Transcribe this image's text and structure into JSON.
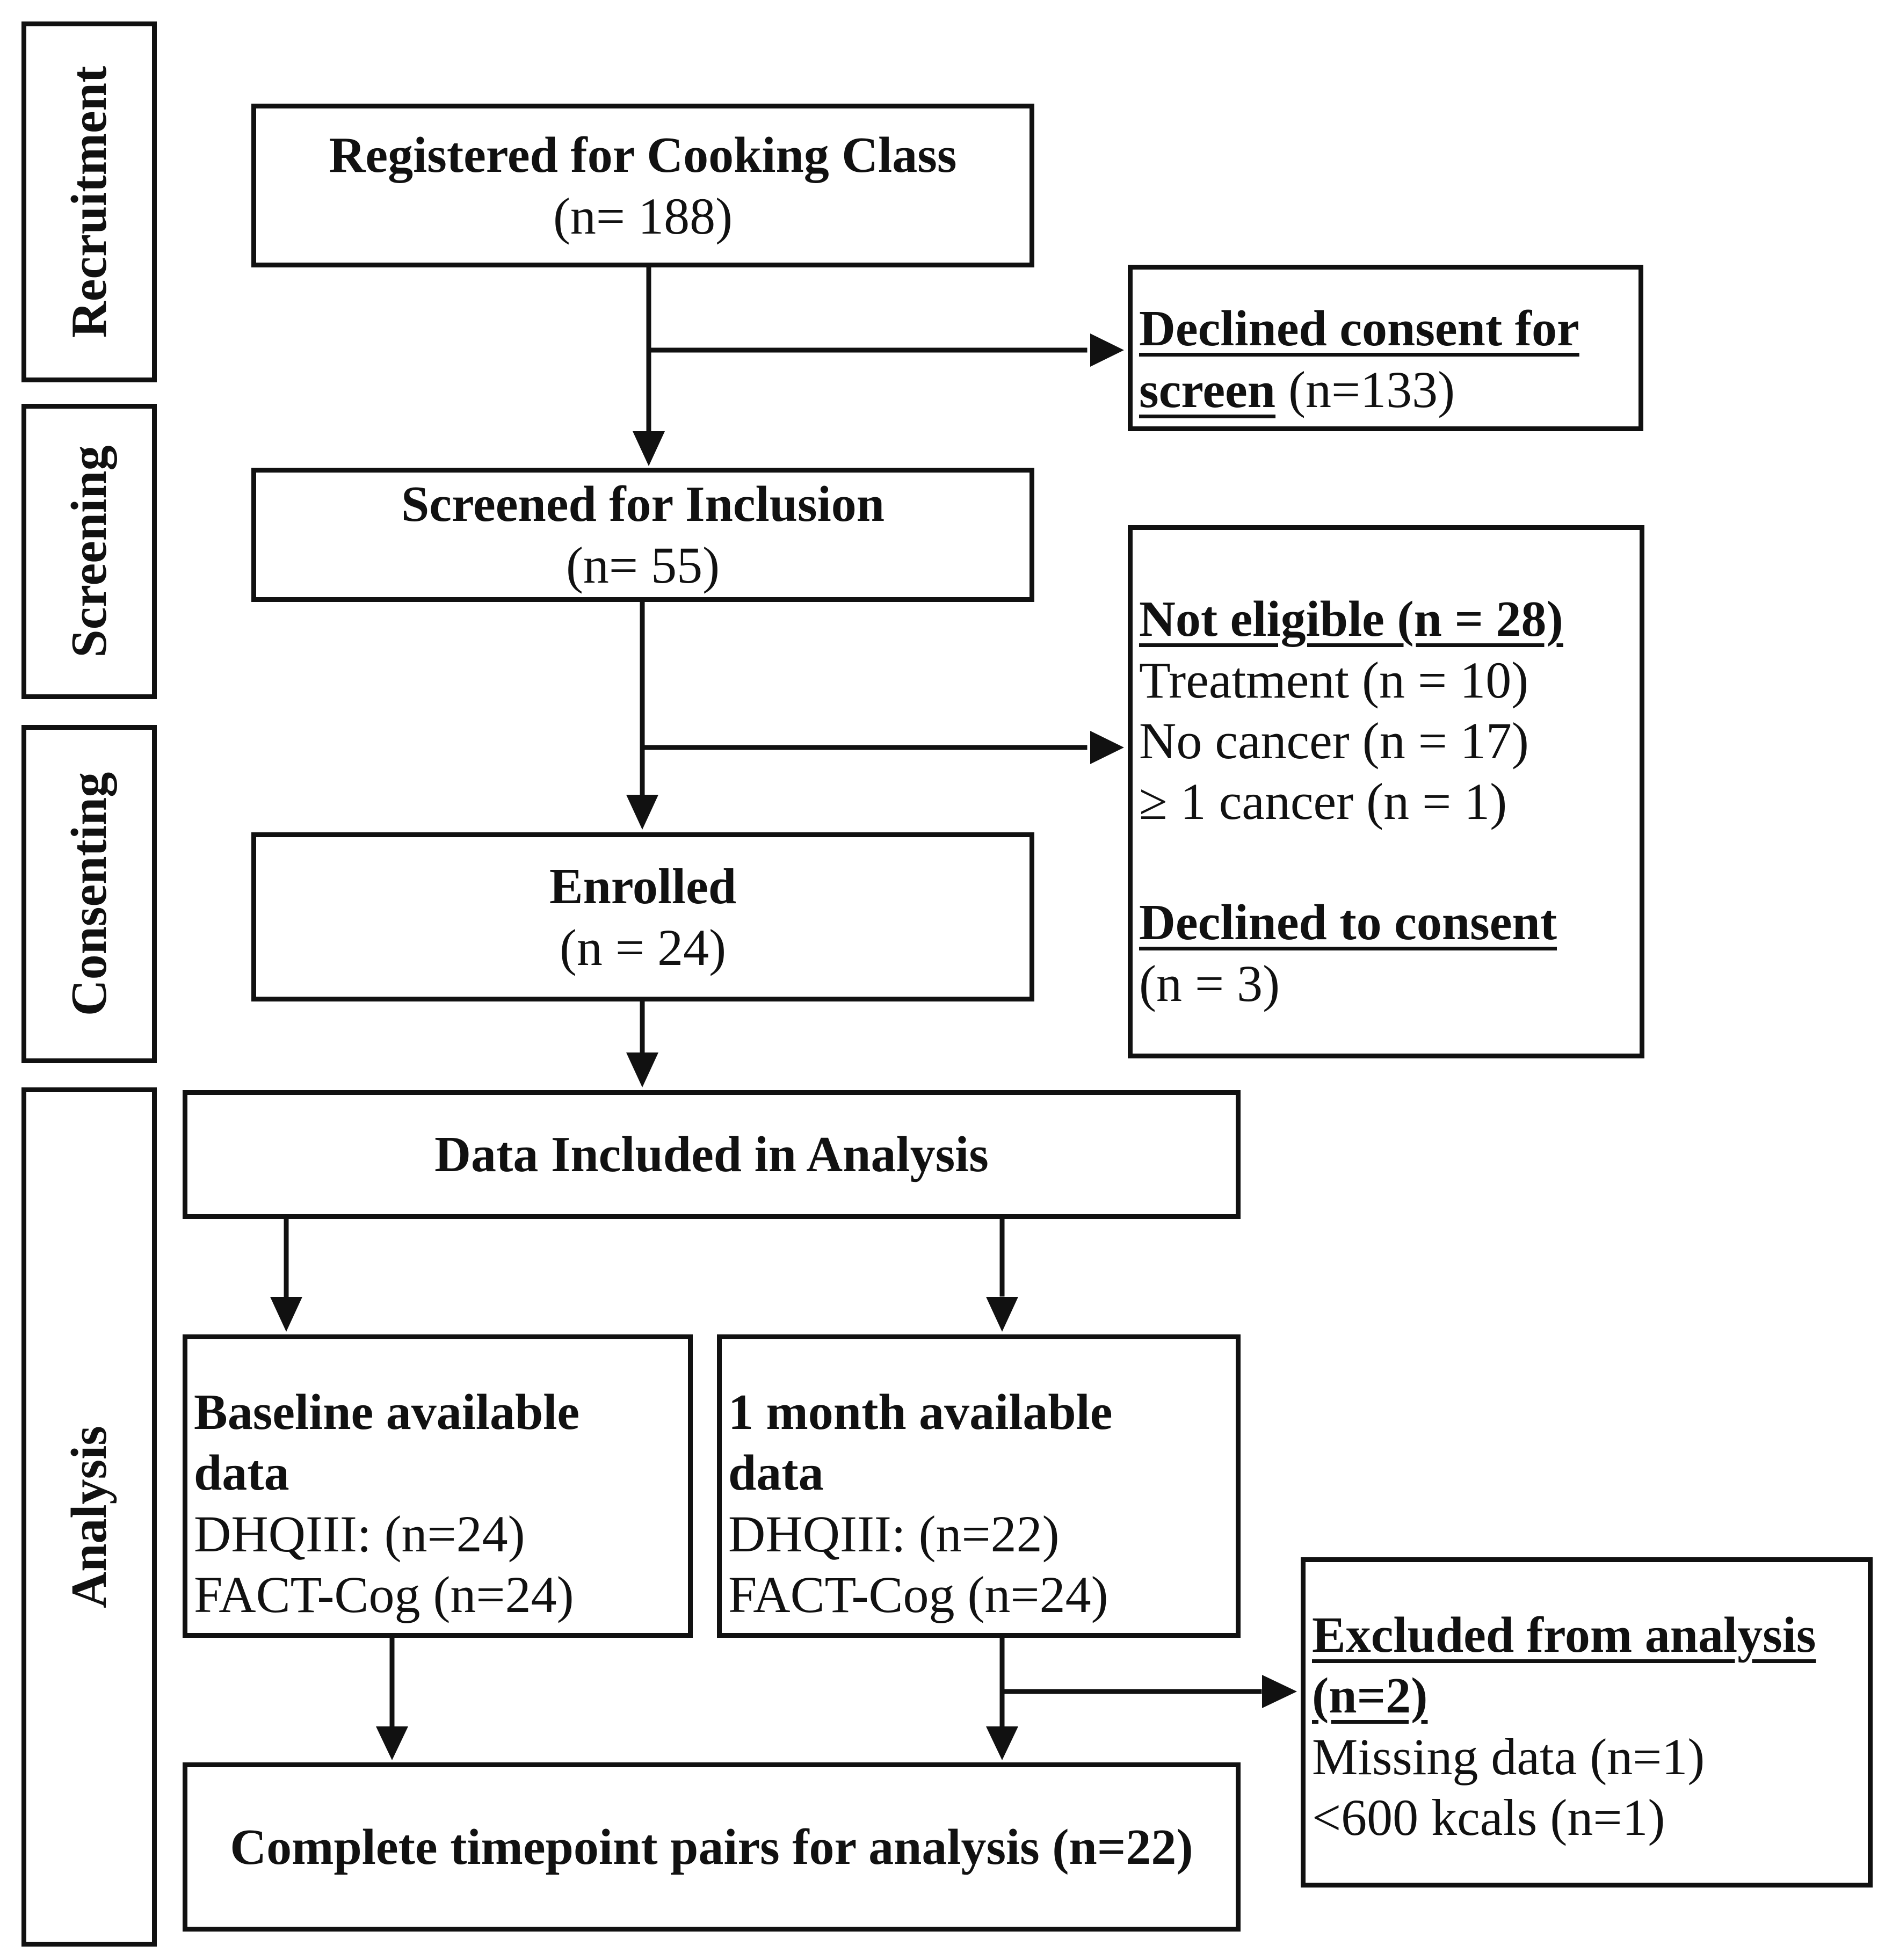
{
  "stages": {
    "recruitment": "Recruitment",
    "screening": "Screening",
    "consenting": "Consenting",
    "analysis": "Analysis"
  },
  "registered": {
    "title": "Registered for Cooking Class",
    "count": "(n= 188)"
  },
  "declined_screen": {
    "line1": "Declined consent for",
    "line2_bold": "screen",
    "line2_rest": " (n=133)"
  },
  "screened": {
    "title": "Screened for Inclusion",
    "count": "(n= 55)"
  },
  "not_eligible": {
    "header": "Not eligible (n = 28)",
    "items": [
      "Treatment (n = 10)",
      "No cancer (n = 17)",
      "≥ 1 cancer (n = 1)"
    ],
    "declined_header": "Declined to consent",
    "declined_count": "(n = 3)"
  },
  "enrolled": {
    "title": "Enrolled",
    "count": "(n = 24)"
  },
  "data_included": {
    "title": "Data Included in Analysis"
  },
  "baseline": {
    "title_line1": "Baseline available",
    "title_line2": "data",
    "dhq": "DHQIII: (n=24)",
    "fact": "FACT-Cog (n=24)"
  },
  "month1": {
    "title_line1": "1 month available",
    "title_line2": "data",
    "dhq": "DHQIII: (n=22)",
    "fact": "FACT-Cog (n=24)"
  },
  "excluded": {
    "header_line1": "Excluded from analysis",
    "header_line2": "(n=2)",
    "items": [
      "Missing data (n=1)",
      "<600 kcals (n=1)"
    ]
  },
  "complete": {
    "title": "Complete timepoint pairs for analysis (n=22)"
  }
}
